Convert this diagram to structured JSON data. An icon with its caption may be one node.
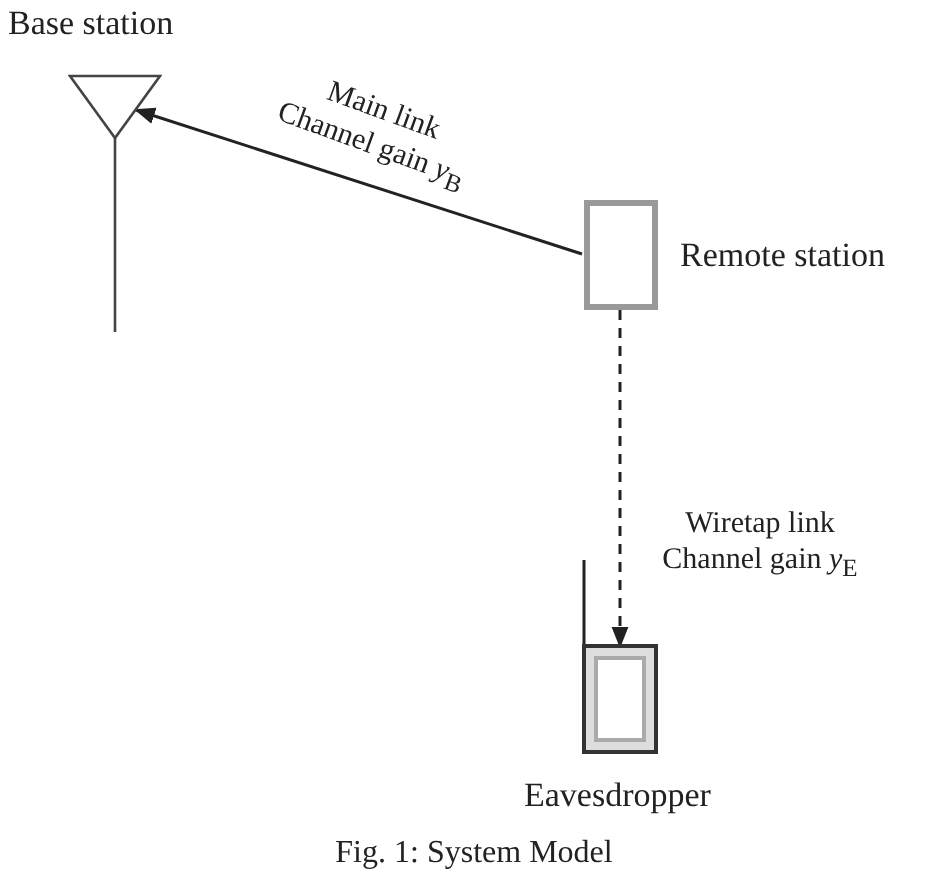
{
  "diagram": {
    "caption": "Fig. 1: System Model",
    "nodes": [
      {
        "text": [
          "Base station"
        ]
      },
      {
        "text": [
          "Remote station"
        ]
      },
      {
        "text": [
          "Eavesdropper"
        ]
      }
    ],
    "edges": [
      {
        "from": 1,
        "to": 0,
        "arrow": "to",
        "label": "Main link Channel gain *y*$_{B}$"
      },
      {
        "from": 1,
        "to": 2,
        "arrow": "to",
        "style": "dashed",
        "label": "Wiretap link Channel gain *y*$_{E}$"
      }
    ]
  }
}
